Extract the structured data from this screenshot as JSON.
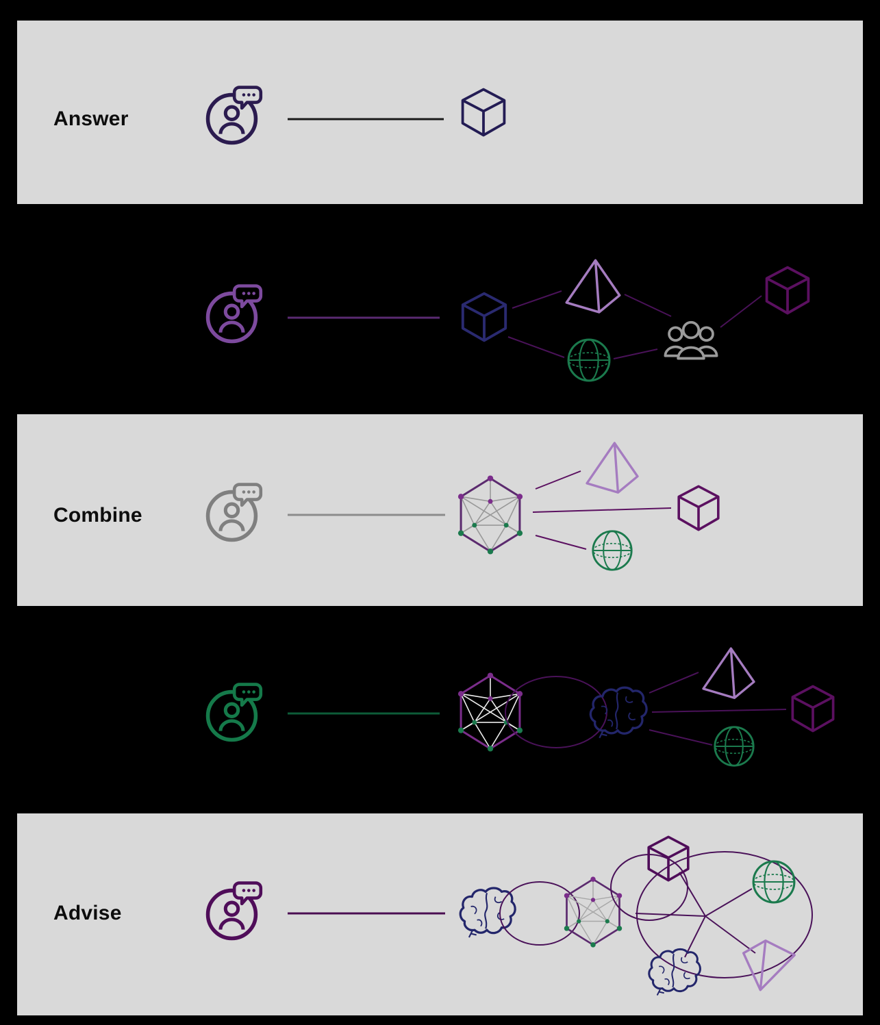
{
  "page": {
    "background": "#000000",
    "band_light": "#d9d9d9",
    "band_dark": "#000000"
  },
  "rows": [
    {
      "label": "Answer",
      "band": "light",
      "person_color": "#2b1b4f",
      "line_color": "#1a1a1a",
      "cube_color": "#231c54"
    },
    {
      "label": "",
      "band": "dark",
      "person_color": "#7d4a9e",
      "line_color": "#5a2a72",
      "connector_color": "#4a1259",
      "cube_color": "#2a2a70",
      "pyramid_color": "#a57cc0",
      "globe_color": "#1b7a4d",
      "people_color": "#9a9a9a",
      "cube2_color": "#5b1060"
    },
    {
      "label": "Combine",
      "band": "light",
      "person_color": "#7f7f7f",
      "line_color": "#8c8c8c",
      "connector_color": "#5b1060",
      "icosa_edge": "#5b2a6e",
      "icosa_mesh": "#999999",
      "pyramid_color": "#a57cc0",
      "globe_color": "#1b7a4d",
      "cube_color": "#5b1060"
    },
    {
      "label": "",
      "band": "dark",
      "person_color": "#157a4a",
      "line_color": "#0d5c38",
      "connector_color": "#4a1259",
      "icosa_edge": "#7b2d8b",
      "icosa_mesh": "#ececec",
      "brain_color": "#23266b",
      "pyramid_color": "#a57cc0",
      "globe_color": "#1b7a4d",
      "cube_color": "#5b1060"
    },
    {
      "label": "Advise",
      "band": "light",
      "person_color": "#4f0d59",
      "line_color": "#4a0d52",
      "connector_color": "#4a1259",
      "brain_color": "#23266b",
      "icosa_edge": "#5b2a6e",
      "icosa_mesh": "#a8a8a8",
      "cube_color": "#4f0d59",
      "globe_color": "#1b7a4d",
      "pyramid_color": "#a57cc0",
      "brain2_color": "#23266b"
    }
  ],
  "icon_names": [
    "person-chat-icon",
    "cube-icon",
    "pyramid-icon",
    "globe-icon",
    "people-group-icon",
    "icosahedron-icon",
    "brain-icon",
    "cycle-loop-icon",
    "star-hub-icon"
  ],
  "accent_colors": {
    "dark_indigo": "#2b1b4f",
    "navy": "#23266b",
    "purple": "#7d4a9e",
    "light_purple": "#a57cc0",
    "dark_purple": "#4f0d59",
    "green": "#1b7a4d",
    "gray": "#7f7f7f"
  }
}
